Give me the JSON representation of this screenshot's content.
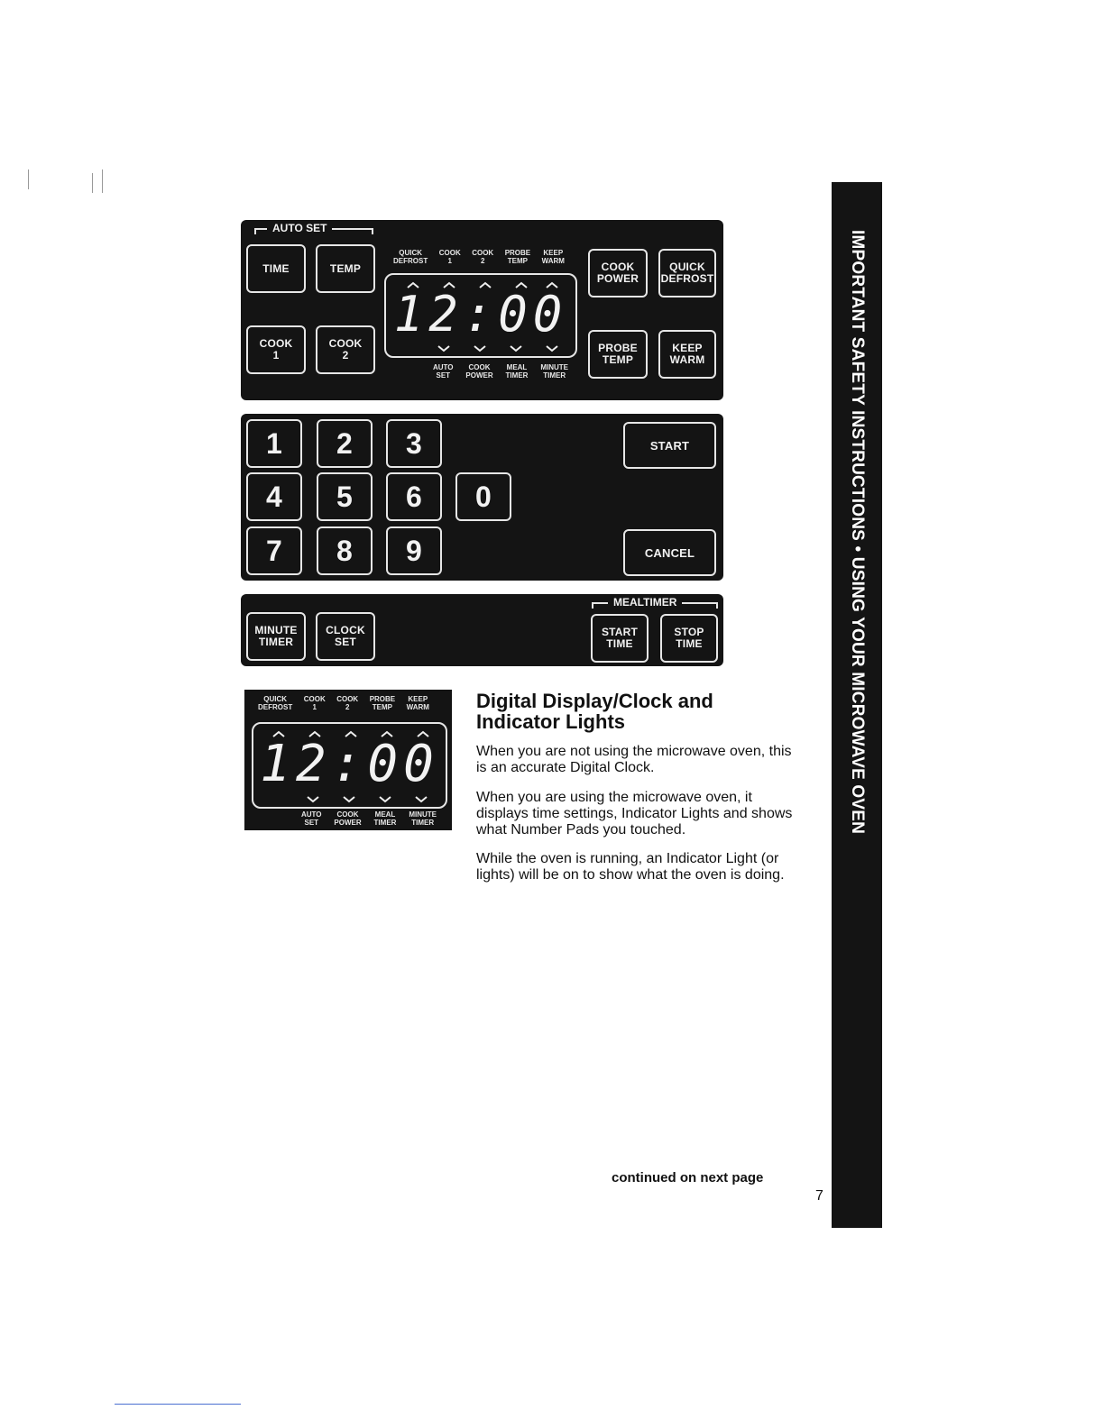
{
  "control_panel": {
    "auto_set_label": "AUTO SET",
    "pads": {
      "time": "TIME",
      "temp": "TEMP",
      "cook1_l1": "COOK",
      "cook1_l2": "1",
      "cook2_l1": "COOK",
      "cook2_l2": "2",
      "cook_power_l1": "COOK",
      "cook_power_l2": "POWER",
      "quick_defrost_l1": "QUICK",
      "quick_defrost_l2": "DEFROST",
      "probe_temp_l1": "PROBE",
      "probe_temp_l2": "TEMP",
      "keep_warm_l1": "KEEP",
      "keep_warm_l2": "WARM"
    },
    "top_indicators": [
      {
        "l1": "QUICK",
        "l2": "DEFROST"
      },
      {
        "l1": "COOK",
        "l2": "1"
      },
      {
        "l1": "COOK",
        "l2": "2"
      },
      {
        "l1": "PROBE",
        "l2": "TEMP"
      },
      {
        "l1": "KEEP",
        "l2": "WARM"
      }
    ],
    "bottom_indicators": [
      {
        "l1": "AUTO",
        "l2": "SET"
      },
      {
        "l1": "COOK",
        "l2": "POWER"
      },
      {
        "l1": "MEAL",
        "l2": "TIMER"
      },
      {
        "l1": "MINUTE",
        "l2": "TIMER"
      }
    ],
    "clock": "12:00",
    "number_pads": [
      "1",
      "2",
      "3",
      "4",
      "5",
      "6",
      "0",
      "7",
      "8",
      "9"
    ],
    "start": "START",
    "cancel": "CANCEL",
    "minute_timer_l1": "MINUTE",
    "minute_timer_l2": "TIMER",
    "clock_set_l1": "CLOCK",
    "clock_set_l2": "SET",
    "mealtimer_label": "MEALTIMER",
    "start_time_l1": "START",
    "start_time_l2": "TIME",
    "stop_time_l1": "STOP",
    "stop_time_l2": "TIME"
  },
  "detail_display": {
    "top_indicators": [
      {
        "l1": "QUICK",
        "l2": "DEFROST"
      },
      {
        "l1": "COOK",
        "l2": "1"
      },
      {
        "l1": "COOK",
        "l2": "2"
      },
      {
        "l1": "PROBE",
        "l2": "TEMP"
      },
      {
        "l1": "KEEP",
        "l2": "WARM"
      }
    ],
    "bottom_indicators": [
      {
        "l1": "AUTO",
        "l2": "SET"
      },
      {
        "l1": "COOK",
        "l2": "POWER"
      },
      {
        "l1": "MEAL",
        "l2": "TIMER"
      },
      {
        "l1": "MINUTE",
        "l2": "TIMER"
      }
    ],
    "clock": "12:00"
  },
  "section": {
    "title_line1": "Digital Display/Clock and",
    "title_line2": "Indicator Lights",
    "para1": "When you are not using the microwave oven, this is an accurate Digital Clock.",
    "para2": "When you are using the microwave oven, it displays time settings, Indicator Lights and shows what Number Pads you touched.",
    "para3": "While the oven is running, an Indicator Light (or lights) will be on to show what the oven is doing."
  },
  "footer": {
    "continued": "continued on next page",
    "page_number": "7"
  },
  "sidebar": {
    "text": "IMPORTANT SAFETY INSTRUCTIONS • USING YOUR MICROWAVE OVEN"
  }
}
